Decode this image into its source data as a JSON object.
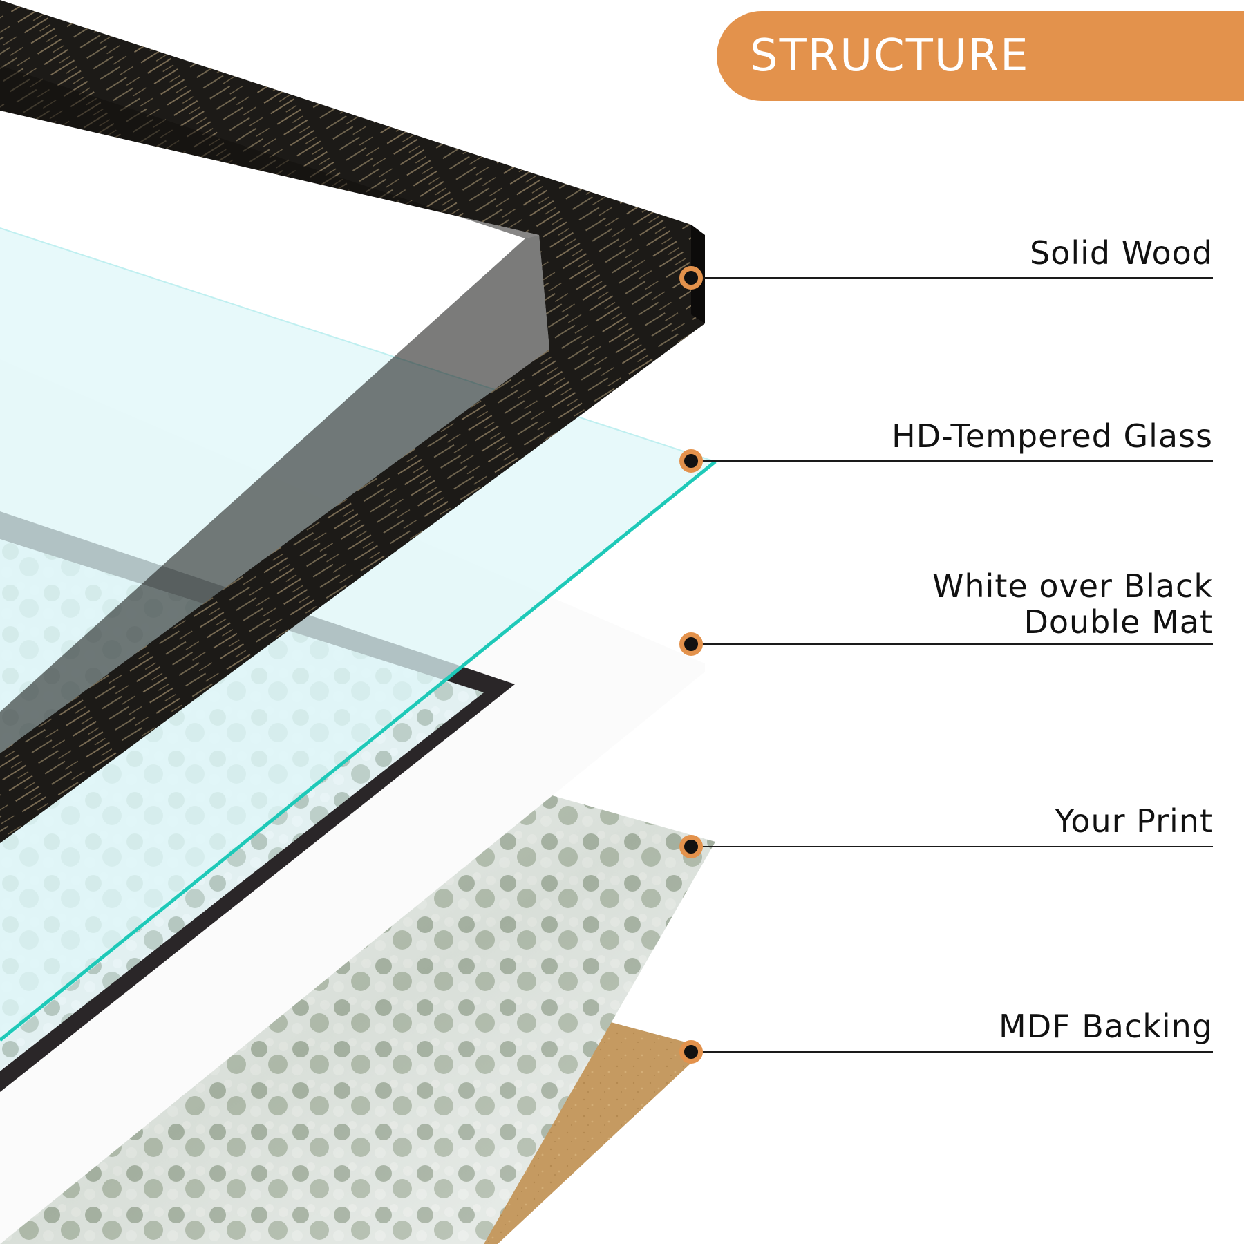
{
  "banner": {
    "title": "STRUCTURE",
    "color": "#e3924c"
  },
  "layers": [
    {
      "name": "Solid Wood"
    },
    {
      "name": "HD-Tempered Glass"
    },
    {
      "name": "White over Black",
      "name_line2": "Double Mat"
    },
    {
      "name": "Your Print"
    },
    {
      "name": "MDF Backing"
    }
  ],
  "colors": {
    "frame": "#1c1a17",
    "glass_edge": "#1ec9b8",
    "glass_tint": "#dff7f8",
    "mat_black": "#2a2628",
    "backing": "#c59a61",
    "accent": "#e3924c"
  }
}
